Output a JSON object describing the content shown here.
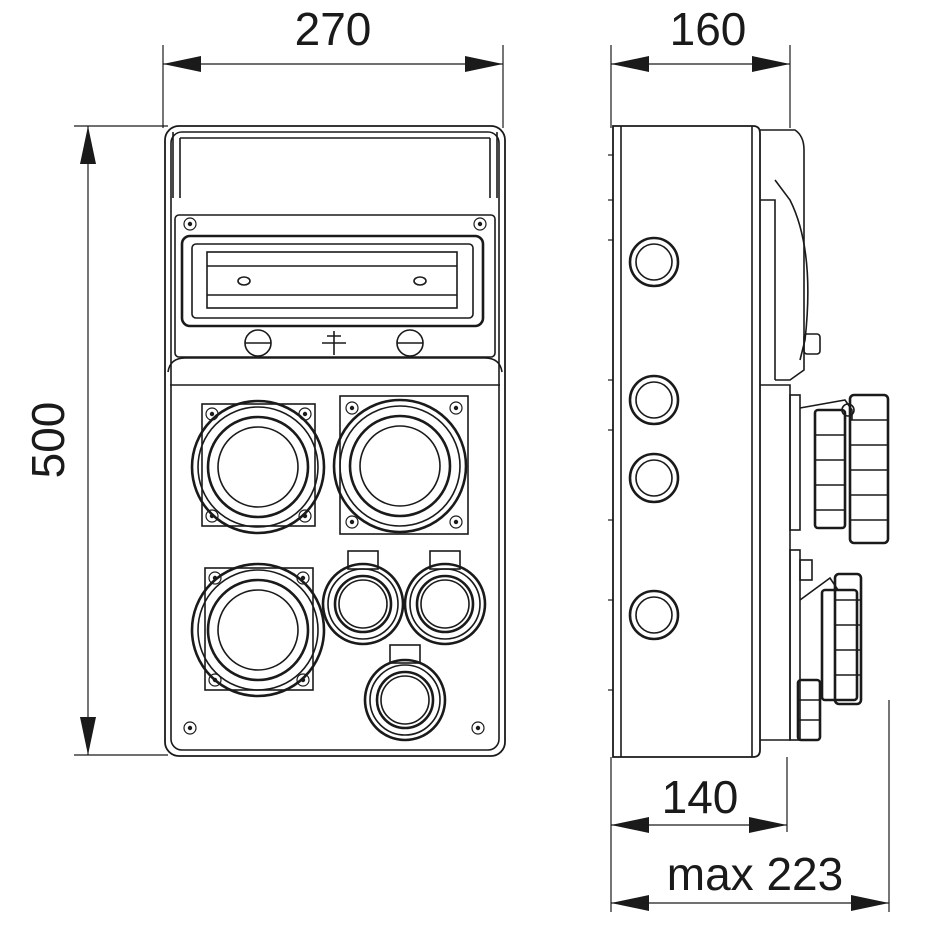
{
  "dimensions": {
    "front_width": "270",
    "side_depth": "160",
    "height": "500",
    "base_depth": "140",
    "max_depth": "max 223"
  }
}
